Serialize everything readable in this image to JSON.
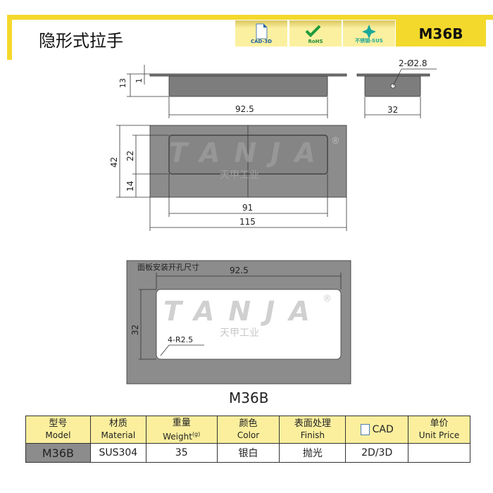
{
  "header": {
    "title": "隐形式拉手",
    "model": "M36B",
    "badges": [
      {
        "label": "CAD-3D",
        "icon": "file-icon"
      },
      {
        "label": "RoHS",
        "icon": "check-icon"
      },
      {
        "label": "不锈钢-SUS",
        "icon": "sparkle-icon"
      }
    ]
  },
  "drawing": {
    "side_dims": {
      "height": "13",
      "thickness": "1",
      "length": "92.5"
    },
    "end_dims": {
      "hole": "2-Ø2.8",
      "width": "32"
    },
    "front_dims": {
      "height": "42",
      "recess": "22",
      "offset": "14",
      "recess_len": "91",
      "length": "115"
    },
    "watermark": {
      "brand": "TANJA",
      "sub": "天甲工业",
      "reg": "®"
    },
    "cutout": {
      "label": "面板安装开孔尺寸",
      "length": "92.5",
      "height": "32",
      "radius": "4-R2.5"
    },
    "caption": "M36B"
  },
  "table": {
    "headers": [
      {
        "zh": "型号",
        "en": "Model"
      },
      {
        "zh": "材质",
        "en": "Material"
      },
      {
        "zh": "重量",
        "en": "Weight",
        "unit": "(g)"
      },
      {
        "zh": "颜色",
        "en": "Color"
      },
      {
        "zh": "表面处理",
        "en": "Finish"
      },
      {
        "zh": "",
        "en": "CAD"
      },
      {
        "zh": "单价",
        "en": "Unit Price"
      }
    ],
    "row": [
      "M36B",
      "SUS304",
      "35",
      "银白",
      "抛光",
      "2D/3D",
      ""
    ]
  }
}
